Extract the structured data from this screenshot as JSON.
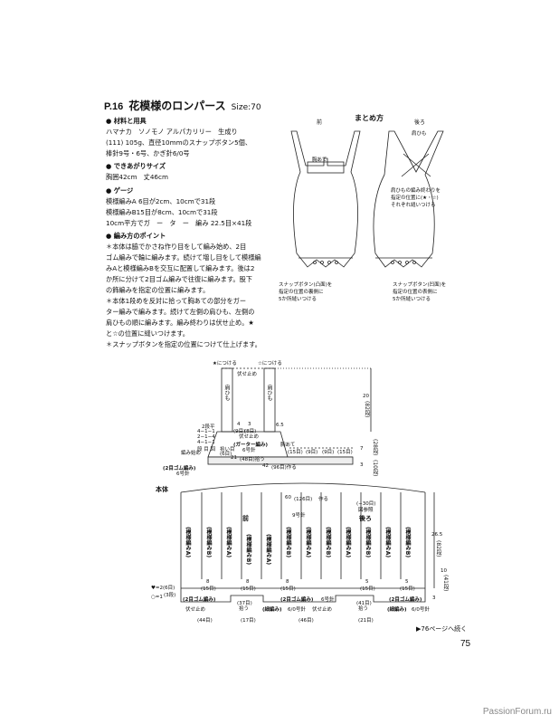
{
  "header": {
    "page_ref": "P.16",
    "title": "花模様のロンパース",
    "size": "Size:70"
  },
  "materials": {
    "heading": "材料と用具",
    "lines": [
      "ハマナカ　ソノモノ アルパカリリー　生成り",
      "(111) 105g、直径10mmのスナップボタン5個、",
      "棒針9号・6号、かぎ針6/0号"
    ]
  },
  "finished": {
    "heading": "できあがりサイズ",
    "lines": [
      "胸囲42cm　丈46cm"
    ]
  },
  "gauge": {
    "heading": "ゲージ",
    "lines": [
      "模様編みA 6目が2cm、10cmで31段",
      "模様編みB15目が8cm、10cmで31段",
      "10cm平方でガ　ー　タ　ー　編み 22.5目×41段"
    ]
  },
  "points": {
    "heading": "編み方のポイント",
    "lines": [
      "＊本体は脇でかさね作り目をして編み始め、2目",
      "ゴム編みで輪に編みます。続けて増し目をして模様編",
      "みAと模様編みBを交互に配置して編みます。後は2",
      "か所に分けて2目ゴム編みで往復に編みます。股下",
      "の飾編みを指定の位置に編みます。",
      "＊本体1段めを反対に拾って胸あての部分をガー",
      "ター編みで編みます。続けて左側の肩ひも、左側の",
      "肩ひもの順に編みます。編み終わりは伏せ止め。★",
      "と☆の位置に縫いつけます。",
      "＊スナップボタンを指定の位置につけて仕上げます。"
    ]
  },
  "assembly": {
    "title": "まとめ方",
    "front_label": "前",
    "back_label": "後ろ",
    "bib_label": "胸あて",
    "strap_label": "肩ひも",
    "strap_note": [
      "肩ひもの編み終わりを",
      "指定の位置に(★・☆)",
      "それぞれ縫いつける"
    ],
    "front_snap_note": [
      "スナップボタン(凸面)を",
      "指定の位置の裏側に",
      "5か所縫いつける"
    ],
    "back_snap_note": [
      "スナップボタン(凹面)を",
      "指定の位置の表側に",
      "5か所縫いつける"
    ]
  },
  "strap_diagram": {
    "star_label": "★につける",
    "star2_label": "☆につける",
    "bind_off": "伏せ止め",
    "strap": "肩ひも",
    "strap_width": "4",
    "strap_width_rows": "(9目)",
    "center_width": "3",
    "center_width_rows": "(8目)",
    "bind_off2": "伏せ止め",
    "height": "20",
    "height_rows": "(82段)",
    "side_height": "6.5",
    "decrease_label": "2段平",
    "dec_rows": [
      "4−1−1",
      "2−1−4",
      "4−1−1",
      "段 目 回"
    ],
    "kp_label": "拾い目",
    "bib_label": "胸あて",
    "garter": "(ガーター編み)",
    "garter_needle": "6号針",
    "knit_start": "編み始め",
    "six_st": "(6目)",
    "width21": "21",
    "width21_st": "(48目)拾う",
    "width42": "42",
    "width42_st": "(96目)作る",
    "nine_st1": "(9目)",
    "nine_st2": "(9目)",
    "fifteen_st1": "(15目)",
    "fifteen_st2": "(15目)",
    "seven": "7",
    "seven_rows": "(28段)",
    "ten_rows": "(10段)",
    "three": "3",
    "rib": "(2目ゴム編み)",
    "rib_needle": "6号針"
  },
  "body_diagram": {
    "label": "本体",
    "width60": "60",
    "width60_st": "(126目)",
    "together": "作る",
    "gather": "(−30目)",
    "gather_note": "図参照",
    "front": "前",
    "back": "後ろ",
    "needle9": "9号針",
    "pattern_a": "(模様編みA)",
    "pattern_b": "(模様編みB)",
    "height": "26.5",
    "height_rows": "(82段)",
    "ten": "10",
    "ten_rows": "(41段)",
    "col8": "8",
    "col15": "(15目)",
    "col5": "5",
    "col15b": "(15目)",
    "heart_label": "♥=2(6目)",
    "circle_label": "○=1",
    "circle_rows": "(3段)",
    "rib_left": "(2目ゴム編み)",
    "rib_center": "(2目ゴム編み)",
    "rib_needle": "6号針",
    "rib_right": "(2目ゴム編み)",
    "bind_off": "伏せ止め",
    "st37": "(37目)",
    "st41": "(41目)",
    "pick": "拾う",
    "crochet": "(細編み)",
    "crochet_hook": "6/0号針",
    "bind_off2": "伏せ止め",
    "w44": "(44目)",
    "w17": "(17目)",
    "w46": "(46目)",
    "w21": "(21目)",
    "crochet2": "(細編み)",
    "crochet2_hook": "6/0号針",
    "three": "3",
    "three2": "3"
  },
  "footer": {
    "continued": "▶76ページへ続く",
    "page_number": "75",
    "watermark": "PassionForum.ru"
  }
}
